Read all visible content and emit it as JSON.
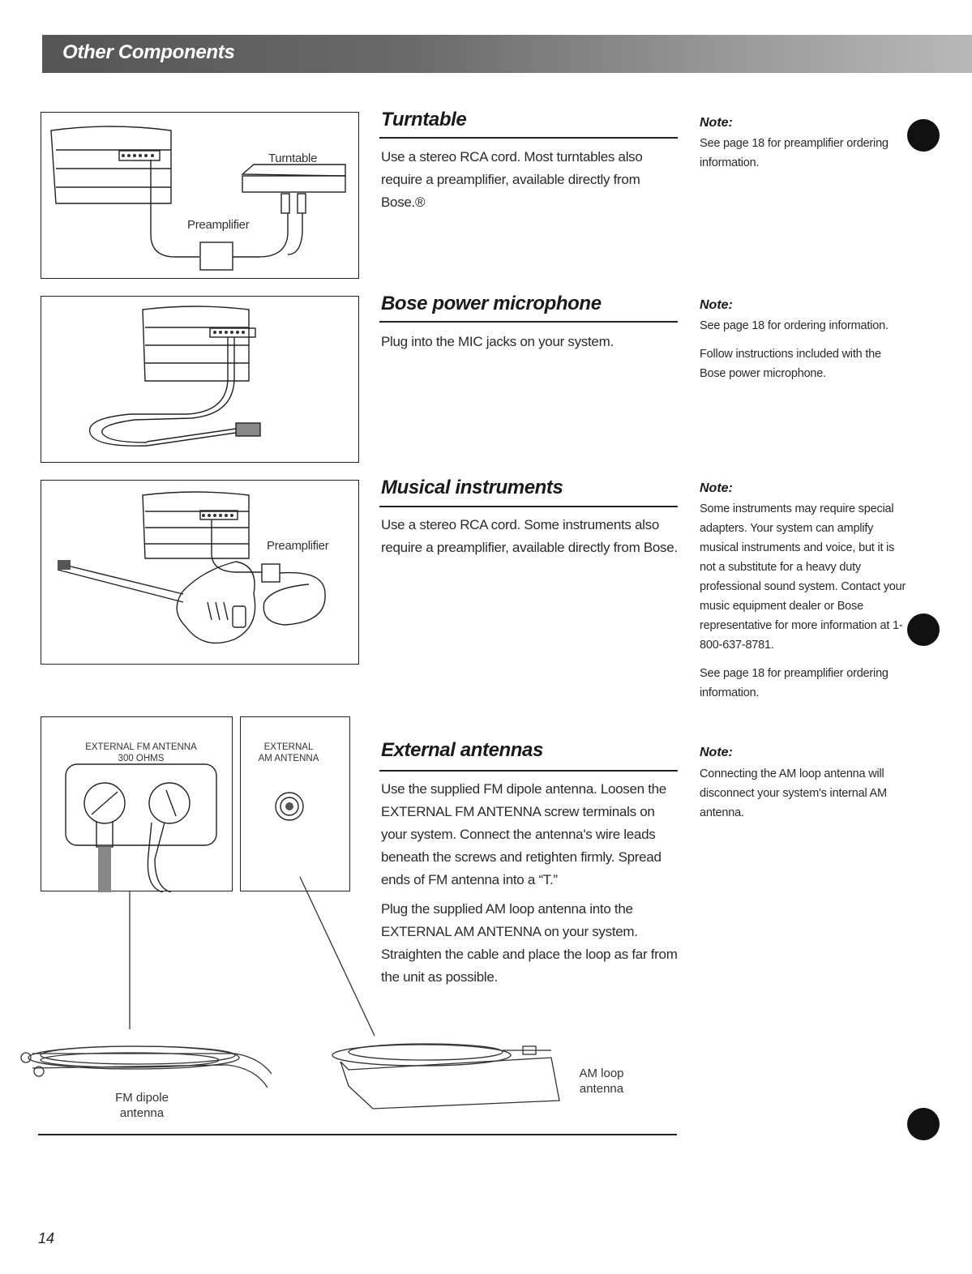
{
  "header": {
    "title": "Other Components"
  },
  "turntable": {
    "title": "Turntable",
    "body": "Use a stereo RCA cord. Most turntables also require a preamplifier, available directly from Bose.®",
    "note_heading": "Note:",
    "note": "See page 18 for preamplifier ordering information.",
    "fig_labels": {
      "turntable": "Turntable",
      "preamplifier": "Preamplifier"
    }
  },
  "microphone": {
    "title": "Bose power microphone",
    "body": "Plug into the MIC jacks on your system.",
    "note_heading": "Note:",
    "note1": "See page 18 for ordering information.",
    "note2": "Follow instructions included with the Bose power microphone."
  },
  "instruments": {
    "title": "Musical instruments",
    "body": "Use a stereo RCA cord. Some instruments also require a preamplifier, available directly from Bose.",
    "note_heading": "Note:",
    "note1": "Some instruments may require special adapters. Your system can amplify musical instruments and voice, but it is not a substitute for a heavy duty professional sound system. Contact your music equipment dealer or Bose representative for more information at 1-800-637-8781.",
    "note2": "See page 18 for preamplifier ordering information.",
    "fig_labels": {
      "preamplifier": "Preamplifier"
    }
  },
  "antennas": {
    "title": "External antennas",
    "body1": "Use the supplied FM dipole antenna. Loosen the EXTERNAL FM ANTENNA screw terminals on your system. Connect the antenna's wire leads beneath the screws and retighten firmly. Spread ends of FM antenna into a “T.”",
    "body2": "Plug the supplied AM loop antenna into the EXTERNAL AM ANTENNA on your system. Straighten the cable and place the loop as far from the unit as possible.",
    "note_heading": "Note:",
    "note": "Connecting the AM loop antenna will disconnect your system's internal AM antenna.",
    "fm_panel_label1": "EXTERNAL FM ANTENNA",
    "fm_panel_label2": "300 OHMS",
    "am_panel_label1": "EXTERNAL",
    "am_panel_label2": "AM ANTENNA",
    "fm_antenna_label1": "FM dipole",
    "fm_antenna_label2": "antenna",
    "am_antenna_label1": "AM loop",
    "am_antenna_label2": "antenna"
  },
  "page_number": "14"
}
